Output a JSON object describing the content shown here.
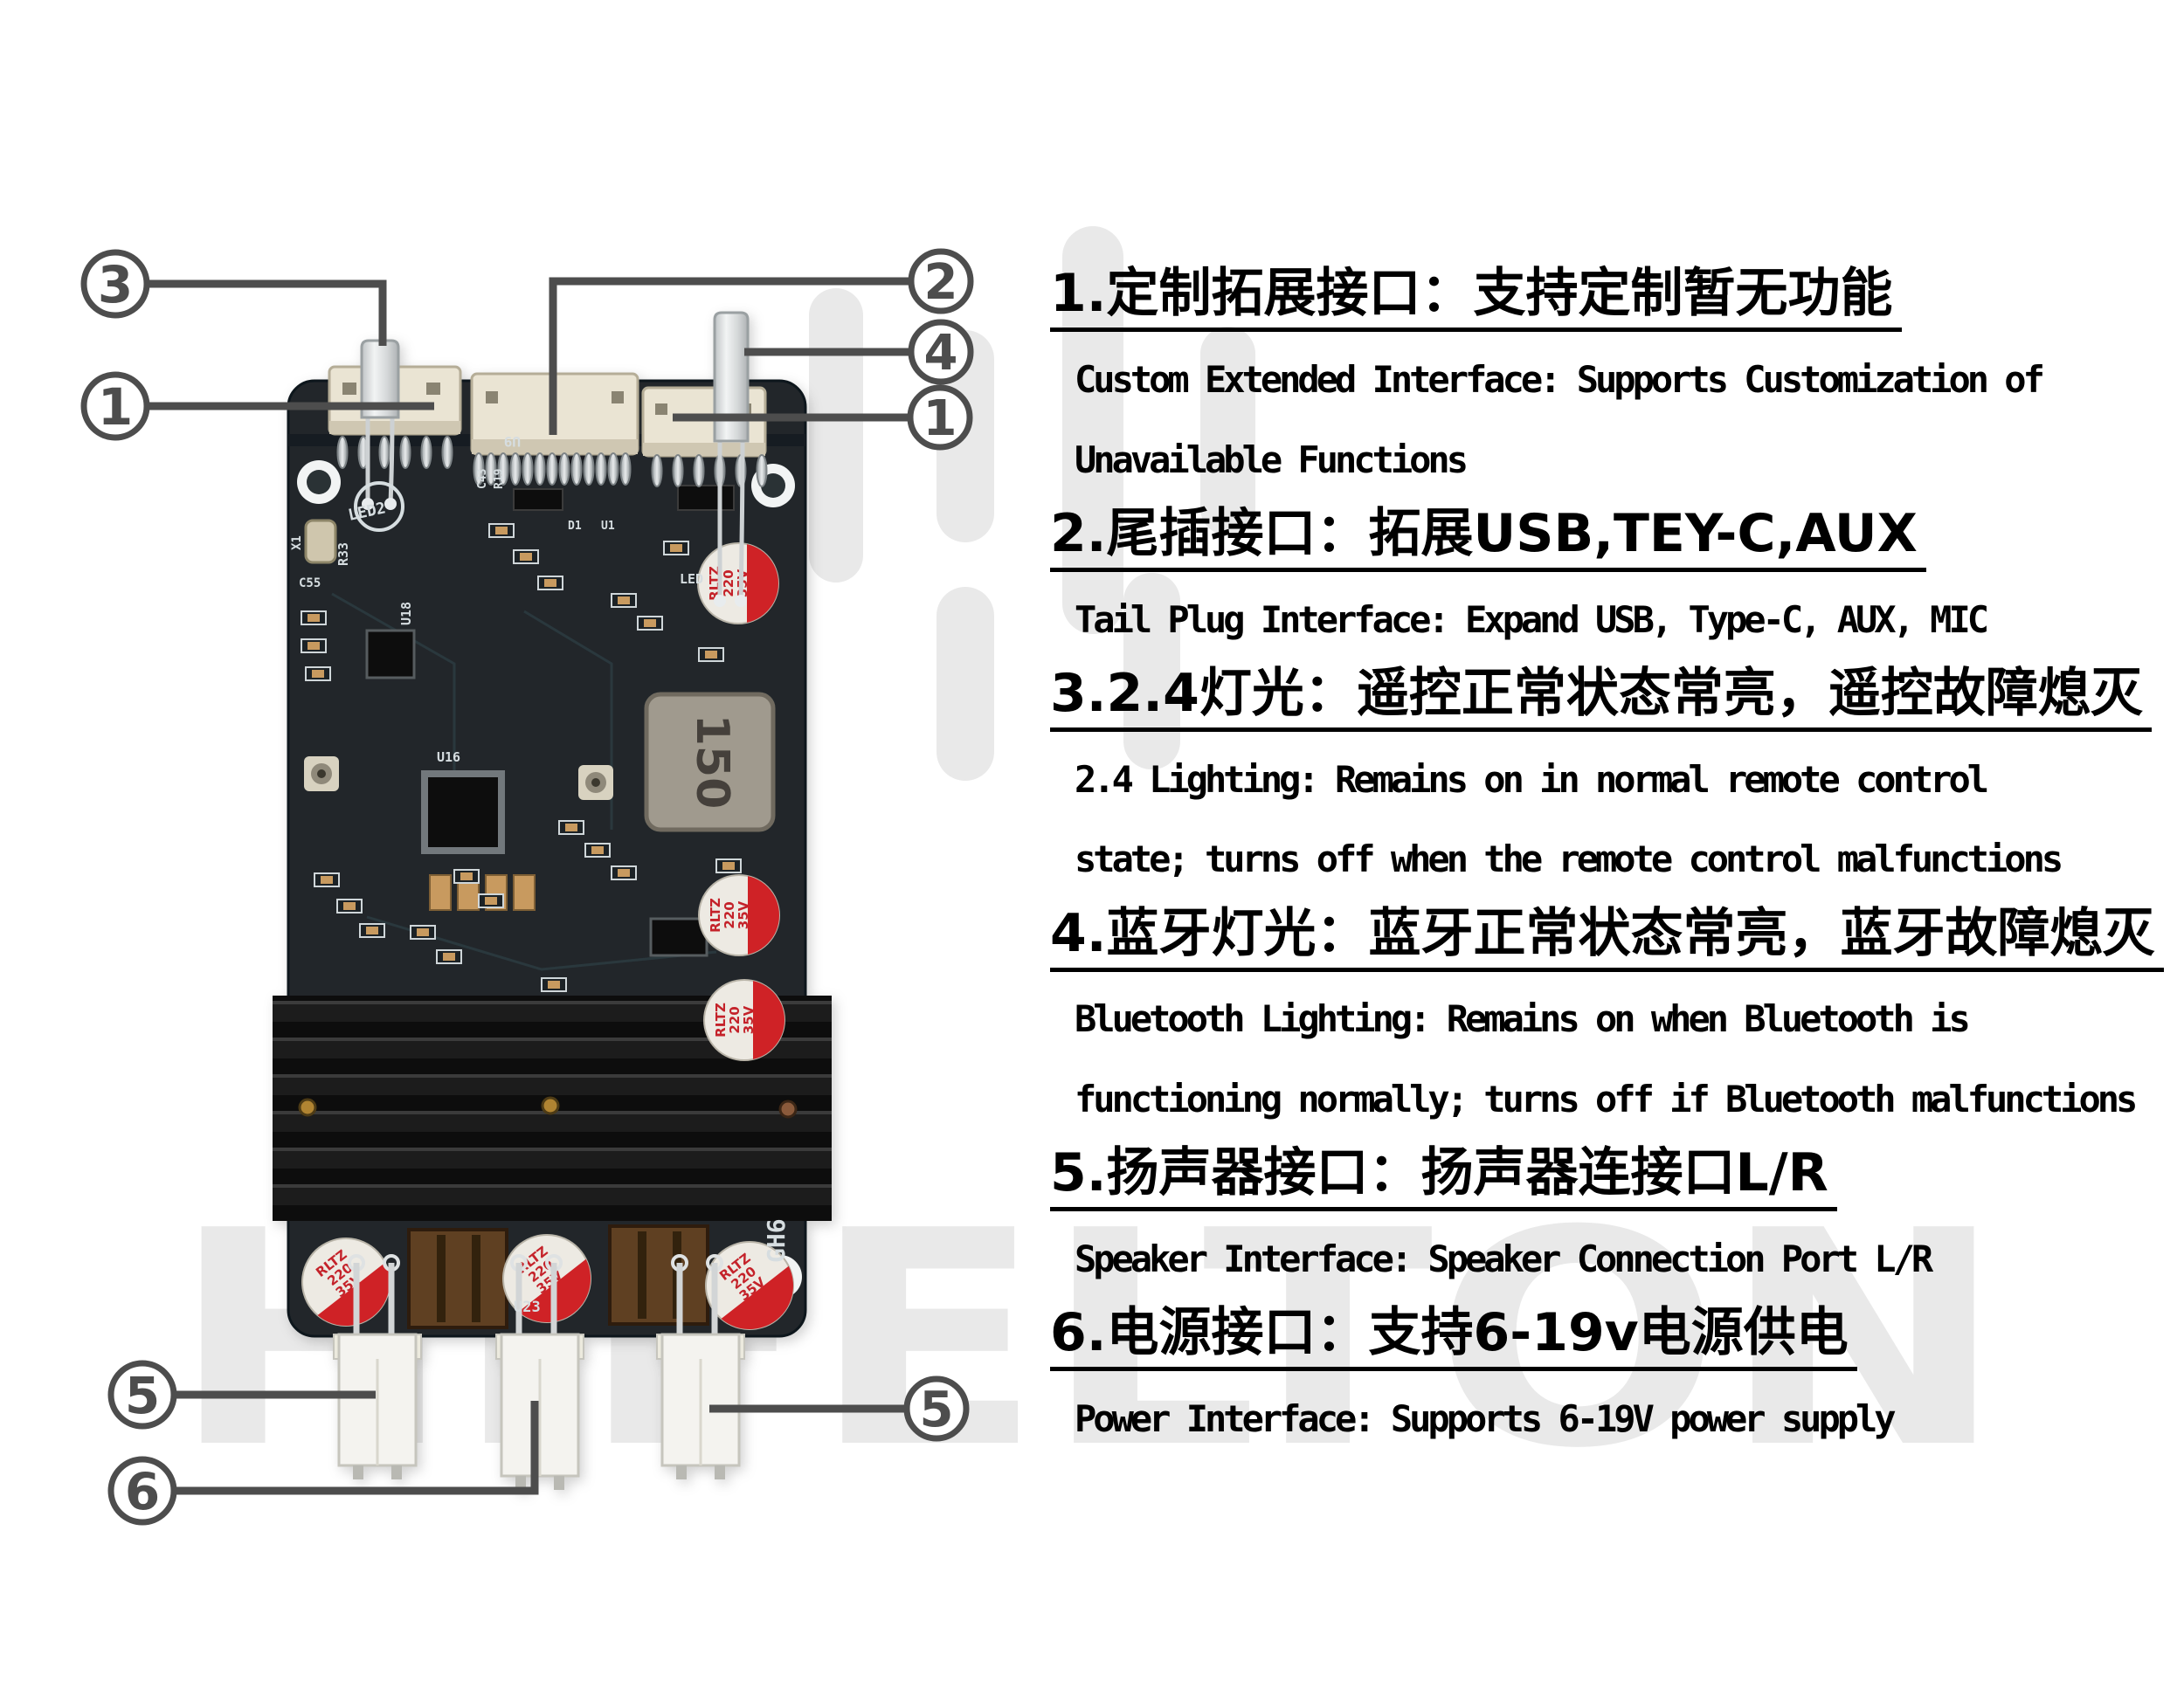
{
  "watermark": {
    "text": "HIFELTON"
  },
  "colors": {
    "pcb": "#20282c",
    "cap_red": "#cf2128",
    "callout_gray": "#4d4d4d",
    "watermark_gray": "#e9e9e9",
    "connector_cream": "#eae4d3"
  },
  "callouts": {
    "c1": "1",
    "c2": "2",
    "c3": "3",
    "c4": "4",
    "c5": "5",
    "c6": "6"
  },
  "board": {
    "cap_lines": [
      "RLTZ",
      "220",
      "35V"
    ],
    "coil_label": "150",
    "silkscreen": {
      "led2": "LED2",
      "r33": "R33",
      "c55": "C55",
      "x1": "X1",
      "u18": "U18",
      "u16": "U16",
      "u9": "U9",
      "c43": "C43",
      "r19": "R19",
      "u23": "U23",
      "gh6": "GH6",
      "led": "LED",
      "u1": "U1",
      "d1": "D1"
    }
  },
  "sections": [
    {
      "heading": "1.定制拓展接口：支持定制暂无功能",
      "lines": [
        "Custom Extended Interface: Supports Customization of",
        "Unavailable Functions"
      ]
    },
    {
      "heading": "2.尾插接口：拓展USB,TEY-C,AUX",
      "lines": [
        "Tail Plug Interface: Expand USB, Type-C, AUX, MIC"
      ]
    },
    {
      "heading": "3.2.4灯光：遥控正常状态常亮，遥控故障熄灭",
      "lines": [
        "2.4 Lighting: Remains on in normal remote control",
        "state; turns off when the remote control malfunctions"
      ]
    },
    {
      "heading": "4.蓝牙灯光：蓝牙正常状态常亮，蓝牙故障熄灭",
      "lines": [
        "Bluetooth Lighting: Remains on when Bluetooth is",
        "functioning normally; turns off if Bluetooth malfunctions"
      ]
    },
    {
      "heading": "5.扬声器接口：扬声器连接口L/R",
      "lines": [
        "Speaker Interface: Speaker Connection Port L/R"
      ]
    },
    {
      "heading": "6.电源接口：支持6-19v电源供电",
      "lines": [
        "Power Interface: Supports 6-19V power supply"
      ]
    }
  ]
}
